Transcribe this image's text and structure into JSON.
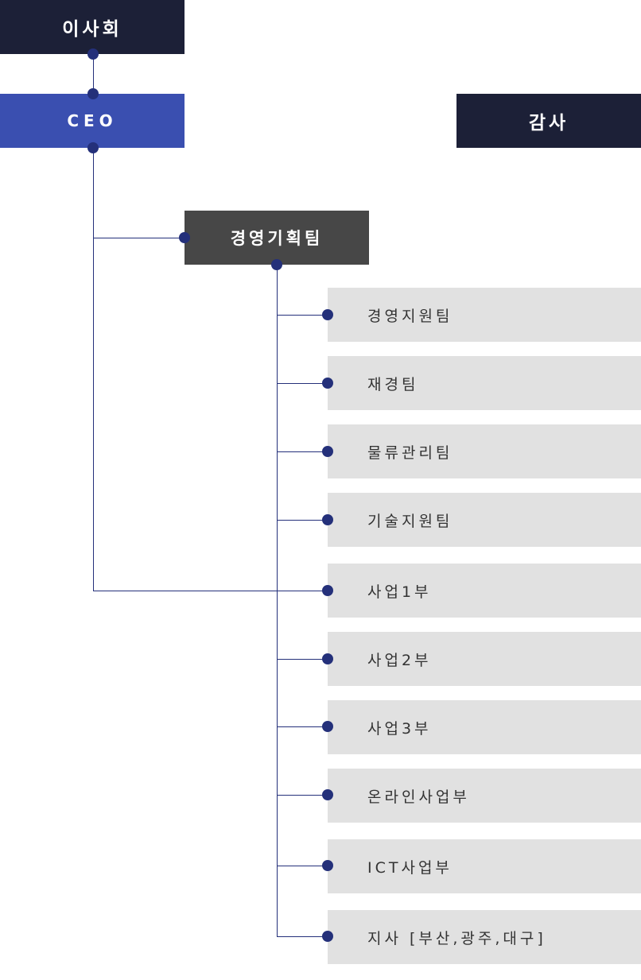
{
  "org": {
    "board": "이사회",
    "ceo": "CEO",
    "audit": "감사",
    "planning": "경영기획팀",
    "teams": [
      "경영지원팀",
      "재경팀",
      "물류관리팀",
      "기술지원팀",
      "사업1부",
      "사업2부",
      "사업3부",
      "온라인사업부",
      "ICT사업부",
      "지사 [부산,광주,대구]"
    ]
  },
  "colors": {
    "dark": "#1c2037",
    "ceo_blue": "#3a4fb0",
    "planning_gray": "#474747",
    "team_gray": "#e1e1e1",
    "connector": "#24307a"
  }
}
